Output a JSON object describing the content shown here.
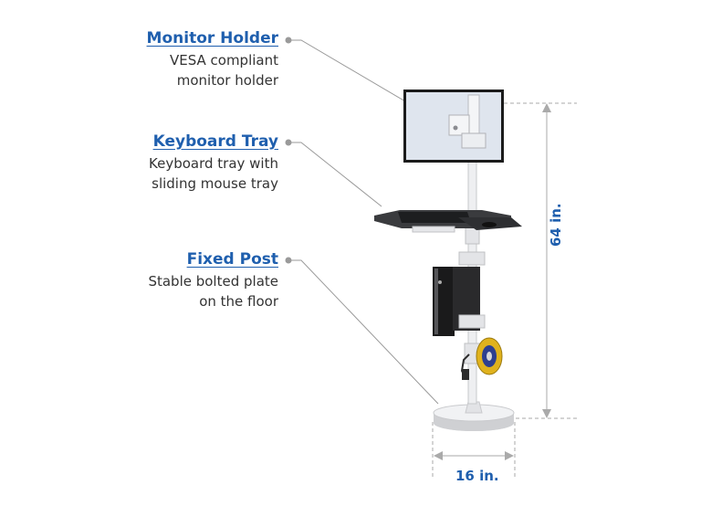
{
  "colors": {
    "title": "#1f5fae",
    "dimension": "#1f5fae",
    "leader": "#9a9a9a",
    "metal": "#e9eaec"
  },
  "callouts": [
    {
      "title": "Monitor Holder",
      "lines": [
        "VESA compliant",
        "monitor holder"
      ]
    },
    {
      "title": "Keyboard Tray",
      "lines": [
        "Keyboard tray with",
        "sliding mouse tray"
      ]
    },
    {
      "title": "Fixed Post",
      "lines": [
        "Stable bolted plate",
        "on the floor"
      ]
    }
  ],
  "dimensions": {
    "height": "64 in.",
    "width": "16 in."
  }
}
